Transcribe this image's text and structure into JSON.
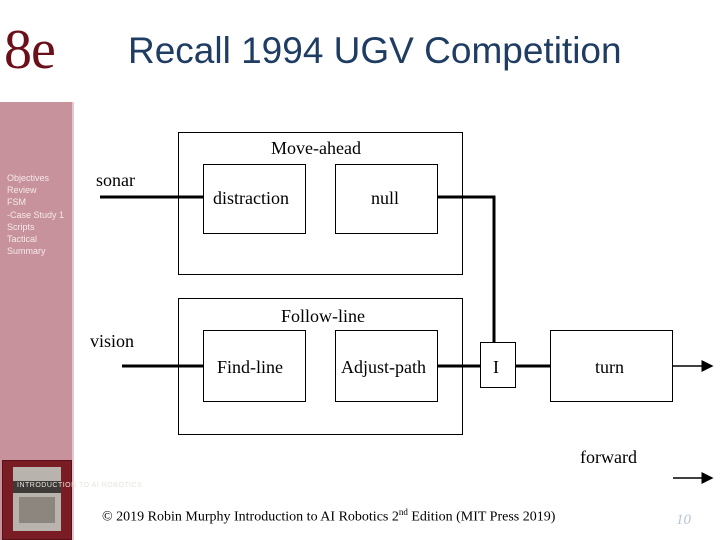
{
  "header": {
    "edition": "8e",
    "title": "Recall 1994 UGV Competition"
  },
  "sidebar": {
    "items": [
      {
        "label": "Objectives"
      },
      {
        "label": "Review"
      },
      {
        "label": "FSM"
      },
      {
        "label": "-Case Study 1"
      },
      {
        "label": "Scripts"
      },
      {
        "label": "Tactical"
      },
      {
        "label": "Summary"
      }
    ],
    "book_cover_text": "INTRODUCTION TO AI ROBOTICS"
  },
  "diagram": {
    "inputs": {
      "sonar": "sonar",
      "vision": "vision"
    },
    "move_ahead": {
      "title": "Move-ahead",
      "states": [
        "distraction",
        "null"
      ]
    },
    "follow_line": {
      "title": "Follow-line",
      "states": [
        "Find-line",
        "Adjust-path"
      ]
    },
    "integrator": "I",
    "outputs": {
      "turn": "turn",
      "forward": "forward"
    }
  },
  "footer": {
    "text_before": "© 2019 Robin Murphy Introduction to AI Robotics 2",
    "superscript": "nd",
    "text_after": " Edition (MIT Press 2019)",
    "page_number": "10"
  }
}
